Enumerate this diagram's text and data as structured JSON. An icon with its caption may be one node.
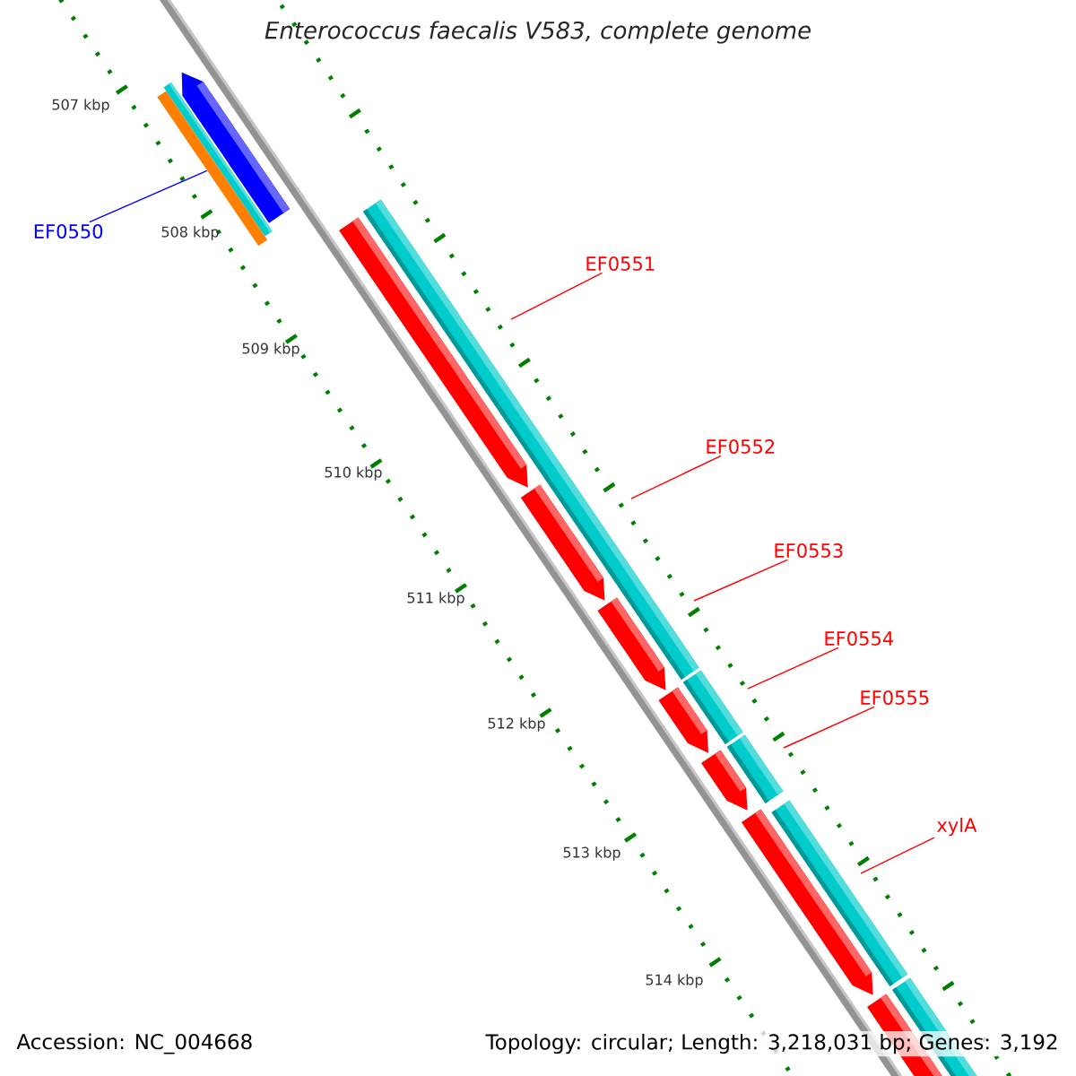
{
  "diagram": {
    "title": "Enterococcus faecalis V583, complete genome",
    "nodes": [
      {
        "text": [
          "EF0550"
        ]
      },
      {
        "text": [
          "EF0551"
        ]
      },
      {
        "text": [
          "EF0552"
        ]
      },
      {
        "text": [
          "EF0553"
        ]
      },
      {
        "text": [
          "EF0554"
        ]
      },
      {
        "text": [
          "EF0555"
        ]
      },
      {
        "text": [
          "xylA"
        ]
      },
      {
        "text": [],
        "shape": "bar"
      }
    ],
    "edges": [
      {
        "from": 0,
        "to": 7,
        "arrow": "none",
        "color": "#0000ff"
      },
      {
        "from": 1,
        "to": null,
        "arrow": "none"
      },
      {
        "from": 2,
        "to": null,
        "arrow": "none"
      },
      {
        "from": 3,
        "to": null,
        "arrow": "none"
      },
      {
        "from": 4,
        "to": null,
        "arrow": "none"
      },
      {
        "from": 5,
        "to": null,
        "arrow": "none"
      },
      {
        "from": 6,
        "to": null,
        "arrow": "none"
      }
    ],
    "labels": [
      "507 kbp",
      "508 kbp",
      "509 kbp",
      "510 kbp",
      "511 kbp",
      "512 kbp",
      "513 kbp",
      "514 kbp",
      "Accession: NC_004668",
      "Topology: circular; Length: 3,218,031 bp; Genes: 3,192"
    ]
  }
}
